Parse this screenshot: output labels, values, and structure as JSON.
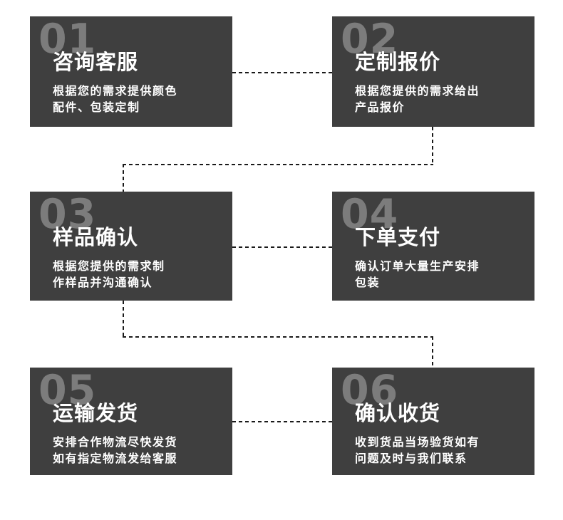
{
  "colors": {
    "box_background": "#3f3f3f",
    "step_number": "#7c7c7c",
    "text": "#ffffff",
    "connector": "#1a1a1a",
    "page_background": "#ffffff"
  },
  "steps": [
    {
      "number": "01",
      "title": "咨询客服",
      "desc": [
        "根据您的需求提供颜色",
        "配件、包装定制"
      ]
    },
    {
      "number": "02",
      "title": "定制报价",
      "desc": [
        "根据您提供的需求给出",
        "产品报价"
      ]
    },
    {
      "number": "03",
      "title": "样品确认",
      "desc": [
        "根据您提供的需求制",
        "作样品并沟通确认"
      ]
    },
    {
      "number": "04",
      "title": "下单支付",
      "desc": [
        "确认订单大量生产安排",
        "包装"
      ]
    },
    {
      "number": "05",
      "title": "运输发货",
      "desc": [
        "安排合作物流尽快发货",
        "如有指定物流发给客服"
      ]
    },
    {
      "number": "06",
      "title": "确认收货",
      "desc": [
        "收到货品当场验货如有",
        "问题及时与我们联系"
      ]
    }
  ]
}
